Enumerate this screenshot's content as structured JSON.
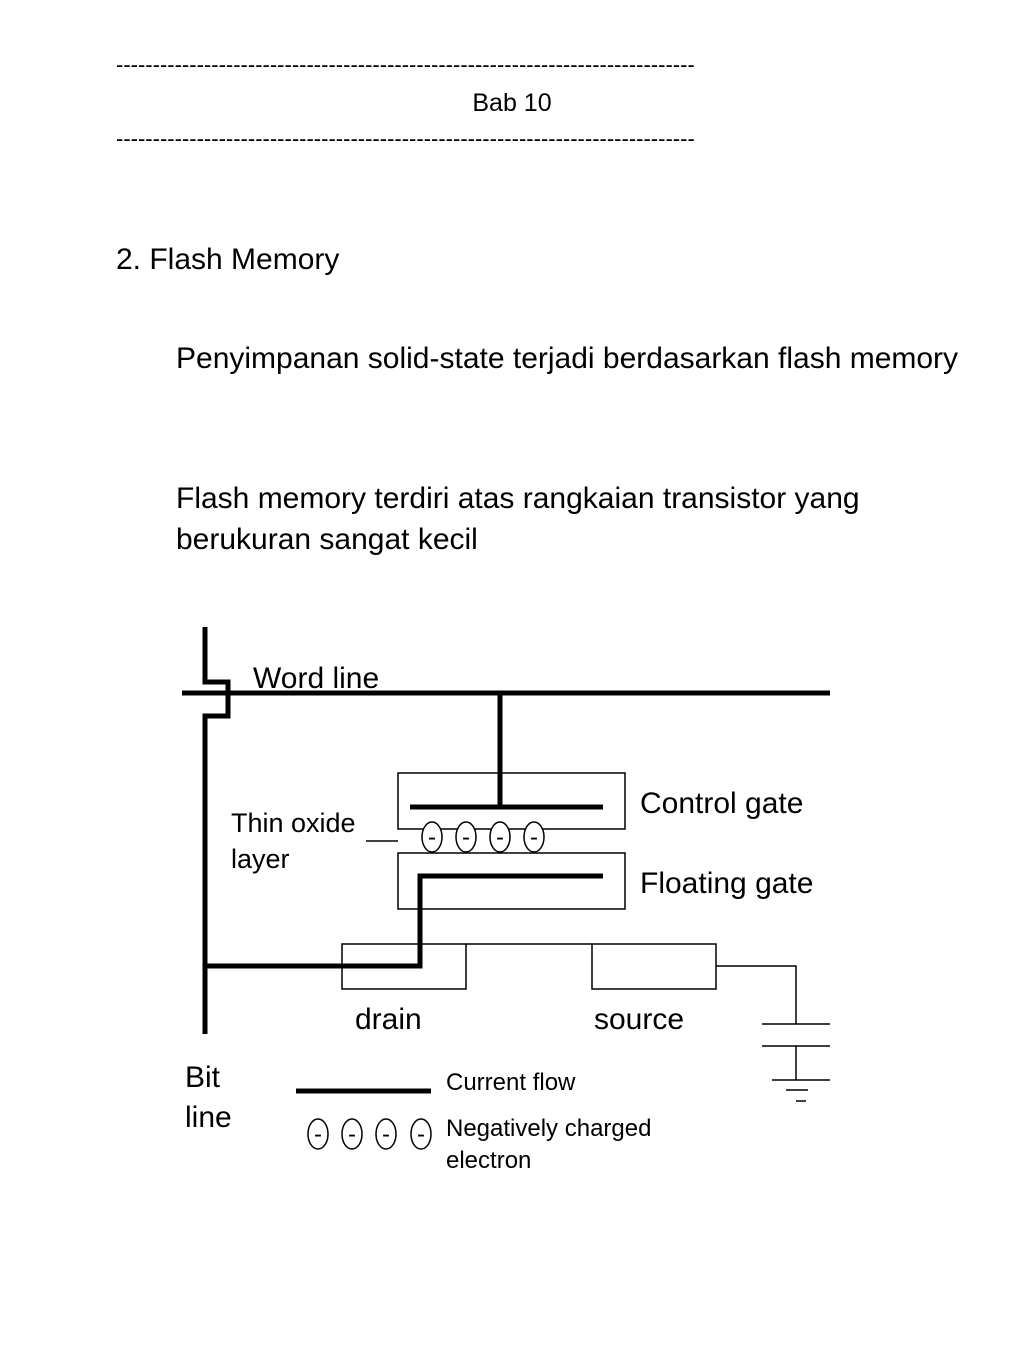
{
  "header": {
    "rule_top": "-------------------------------------------------------------------------------",
    "chapter": "Bab 10",
    "rule_bottom": "-------------------------------------------------------------------------------"
  },
  "section": {
    "title": "2. Flash Memory",
    "paragraphs": [
      "Penyimpanan solid-state terjadi berdasarkan flash memory",
      "Flash memory terdiri atas rangkaian transistor yang berukuran sangat kecil"
    ]
  },
  "diagram": {
    "word_line": "Word line",
    "control_gate": "Control gate",
    "thin_oxide_line1": "Thin oxide",
    "thin_oxide_line2": "layer",
    "floating_gate": "Floating gate",
    "drain": "drain",
    "source": "source",
    "bit_line_1": "Bit",
    "bit_line_2": "line",
    "electron_symbol": "-",
    "legend": {
      "current_flow": "Current flow",
      "electron_line1": "Negatively charged",
      "electron_line2": "electron"
    }
  }
}
